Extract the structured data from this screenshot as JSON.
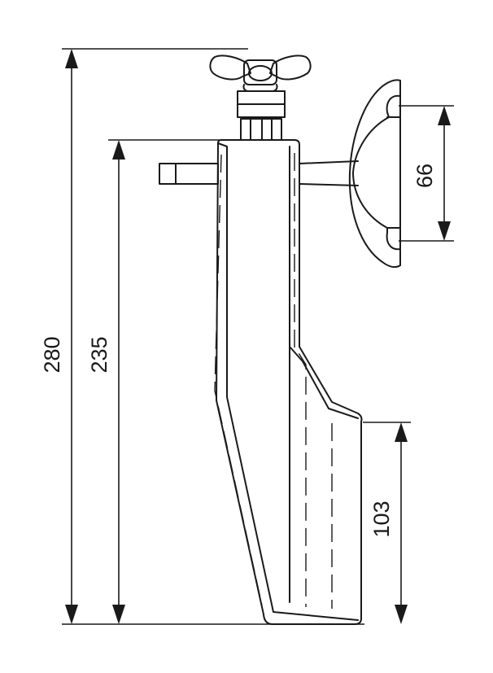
{
  "dimensions": {
    "overall_height": "280",
    "body_height": "235",
    "clamp_opening": "66",
    "nozzle_height": "103"
  },
  "colors": {
    "line": "#1a1a1a",
    "background": "#ffffff"
  }
}
